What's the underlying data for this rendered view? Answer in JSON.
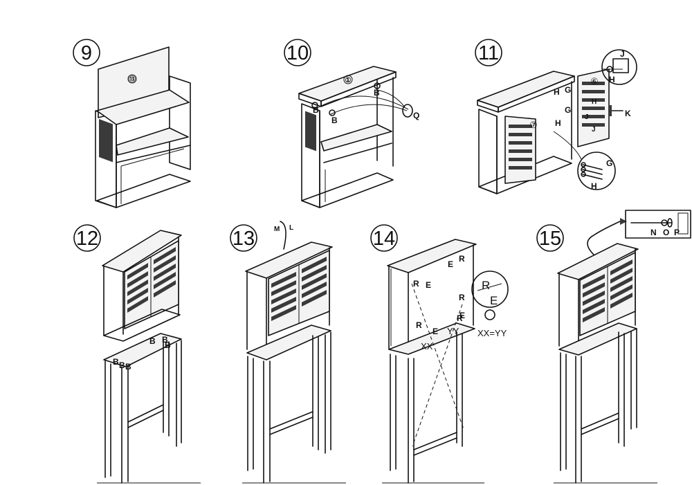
{
  "steps": [
    {
      "number": "9",
      "labels": {
        "part": "⑬"
      }
    },
    {
      "number": "10",
      "labels": {
        "part": "①",
        "screw_a": "B",
        "screw_b": "B",
        "screw_c": "B",
        "tool": "Q"
      }
    },
    {
      "number": "11",
      "labels": {
        "door_left": "⑦",
        "door_right": "⑥",
        "hinge_a": "H",
        "hinge_b": "G",
        "hinge_c": "G",
        "hinge_d": "H",
        "inset_j": "J",
        "inset_h": "H",
        "knob": "K",
        "small_j1": "J",
        "small_j2": "J",
        "small_h": "H",
        "inset_g": "G",
        "inset_h2": "H"
      }
    },
    {
      "number": "12",
      "labels": {
        "b1": "B",
        "b2": "B",
        "b3": "B",
        "b4": "B",
        "b5": "B",
        "b6": "B"
      }
    },
    {
      "number": "13",
      "labels": {
        "m": "M",
        "l": "L"
      }
    },
    {
      "number": "14",
      "labels": {
        "e1": "E",
        "r1": "R",
        "r2": "R",
        "e2": "E",
        "r3": "R",
        "e3": "E",
        "r4": "R",
        "e4": "E",
        "r5": "R",
        "xx": "XX",
        "yy": "YY",
        "inset_r": "R",
        "inset_e": "E",
        "equation": "XX=YY"
      }
    },
    {
      "number": "15",
      "labels": {
        "n": "N",
        "o": "O",
        "p": "P"
      }
    }
  ],
  "colors": {
    "line": "#111111",
    "paper": "#ffffff",
    "louvre": "#3a3a3a"
  }
}
